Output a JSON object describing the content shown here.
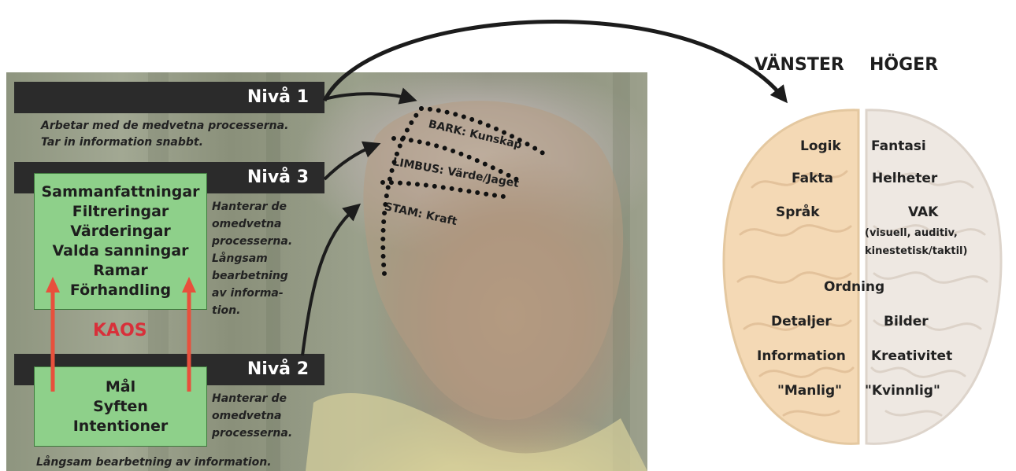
{
  "levels": {
    "level1": {
      "label": "Nivå 1",
      "note_line1": "Arbetar med de medvetna processerna.",
      "note_line2": "Tar in information snabbt."
    },
    "level3": {
      "label": "Nivå 3",
      "items": [
        "Sammanfattningar",
        "Filtreringar",
        "Värderingar",
        "Valda sanningar",
        "Ramar",
        "Förhandling"
      ],
      "note": [
        "Hanterar de",
        "omedvetna",
        "processerna.",
        "Långsam",
        "bearbetning",
        "av informa-",
        "tion."
      ]
    },
    "level2": {
      "label": "Nivå 2",
      "items": [
        "Mål",
        "Syften",
        "Intentioner"
      ],
      "note": [
        "Hanterar de",
        "omedvetna",
        "processerna."
      ],
      "bottom_note": "Långsam bearbetning av information."
    }
  },
  "chaos_label": "KAOS",
  "head_labels": {
    "bark": "BARK: Kunskap",
    "limbus": "LIMBUS: Värde/Jaget",
    "stam": "STAM: Kraft"
  },
  "brain": {
    "left_title": "VÄNSTER",
    "right_title": "HÖGER",
    "left_words": [
      "Logik",
      "Fakta",
      "Språk",
      "Detaljer",
      "Information",
      "\"Manlig\""
    ],
    "right_words": [
      "Fantasi",
      "Helheter",
      "VAK",
      "(visuell, auditiv,",
      "kinestetisk/taktil)",
      "Bilder",
      "Kreativitet",
      "\"Kvinnlig\""
    ],
    "center_word": "Ordning"
  },
  "colors": {
    "bar": "#2b2b2b",
    "green_box": "#8ed08a",
    "arrow_red": "#e8503c",
    "chaos_red": "#d8303a",
    "brain_left": "#f4d9b5",
    "brain_right": "#eee8e2"
  }
}
